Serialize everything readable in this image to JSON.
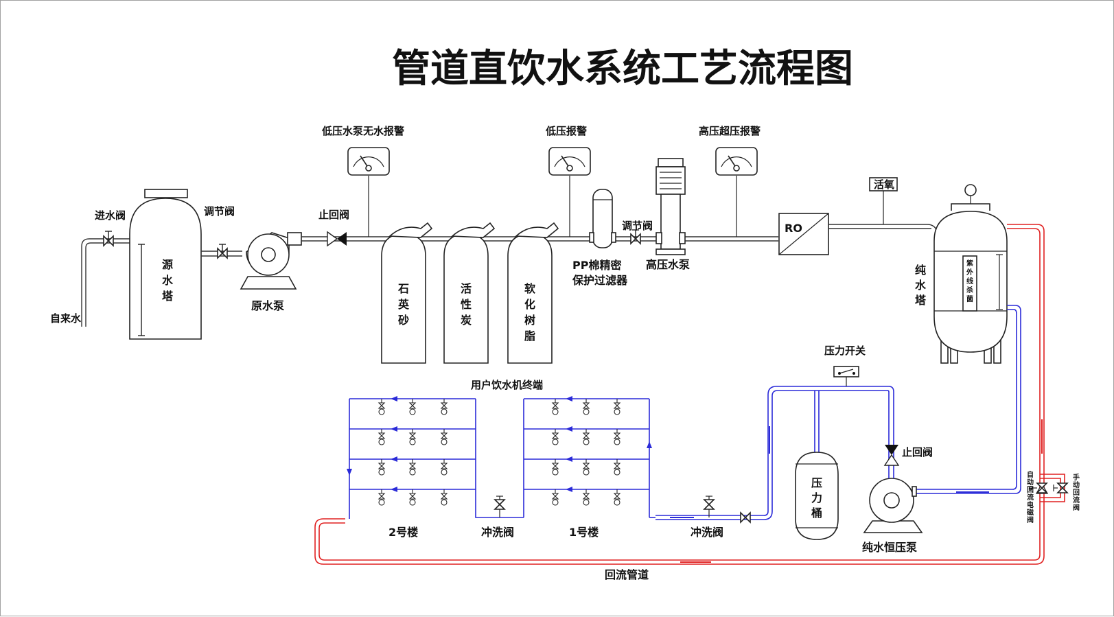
{
  "title": "管道直饮水系统工艺流程图",
  "labels": {
    "tap_water": "自来水",
    "inlet_valve": "进水阀",
    "regulating_valve_1": "调节阀",
    "source_tower": [
      "源",
      "水",
      "塔"
    ],
    "raw_pump": "原水泵",
    "check_valve_1": "止回阀",
    "low_pressure_pump_alarm": "低压水泵无水报警",
    "low_pressure_alarm": "低压报警",
    "high_pressure_alarm": "高压超压报警",
    "quartz_sand": [
      "石",
      "英",
      "砂"
    ],
    "activated_carbon": [
      "活",
      "性",
      "炭"
    ],
    "softening_resin": [
      "软",
      "化",
      "树",
      "脂"
    ],
    "pp_filter_line1": "PP棉精密",
    "pp_filter_line2": "保护过滤器",
    "regulating_valve_2": "调节阀",
    "high_pressure_pump": "高压水泵",
    "ro": "RO",
    "ozone": "活氧",
    "pure_tower": [
      "纯",
      "水",
      "塔"
    ],
    "uv": [
      "紫",
      "外",
      "线",
      "杀",
      "菌"
    ],
    "pressure_switch": "压力开关",
    "check_valve_2": "止回阀",
    "pressure_tank": [
      "压",
      "力",
      "桶"
    ],
    "pure_pump": "纯水恒压泵",
    "auto_return_valve": [
      "自",
      "动",
      "回",
      "流",
      "电",
      "磁",
      "阀"
    ],
    "manual_return_valve": [
      "手",
      "动",
      "回",
      "流",
      "阀"
    ],
    "user_terminal": "用户饮水机终端",
    "building_2": "2号楼",
    "building_1": "1号楼",
    "flush_valve_1": "冲洗阀",
    "flush_valve_2": "冲洗阀",
    "return_pipe": "回流管道"
  }
}
